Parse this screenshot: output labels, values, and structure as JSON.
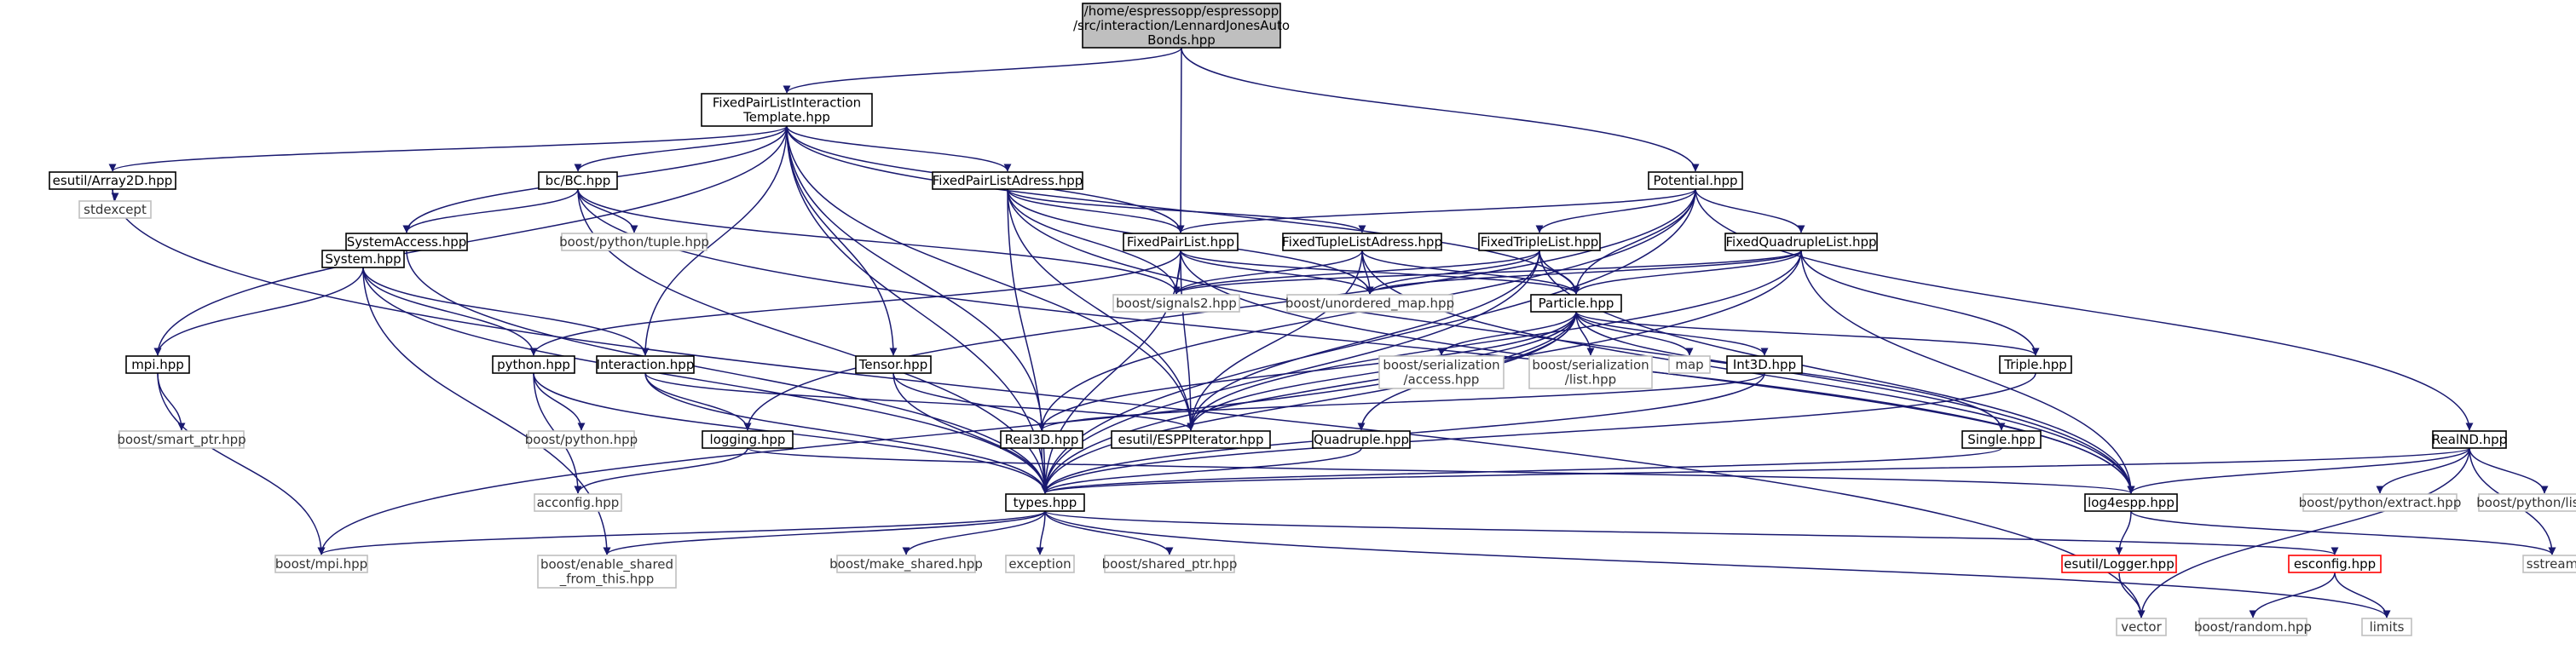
{
  "diagram": {
    "nodes": [
      {
        "id": "root",
        "lines": [
          "/home/espressopp/espressopp",
          "/src/interaction/LennardJonesAuto",
          "Bonds.hpp"
        ],
        "style": "root"
      },
      {
        "id": "fplit",
        "lines": [
          "FixedPairListInteraction",
          "Template.hpp"
        ],
        "style": "normal"
      },
      {
        "id": "potential",
        "lines": [
          "Potential.hpp"
        ],
        "style": "normal"
      },
      {
        "id": "array2d",
        "lines": [
          "esutil/Array2D.hpp"
        ],
        "style": "normal"
      },
      {
        "id": "bc",
        "lines": [
          "bc/BC.hpp"
        ],
        "style": "normal"
      },
      {
        "id": "fpla",
        "lines": [
          "FixedPairListAdress.hpp"
        ],
        "style": "normal"
      },
      {
        "id": "stdexcept",
        "lines": [
          "stdexcept"
        ],
        "style": "grey"
      },
      {
        "id": "sysaccess",
        "lines": [
          "SystemAccess.hpp"
        ],
        "style": "normal"
      },
      {
        "id": "pytuple",
        "lines": [
          "boost/python/tuple.hpp"
        ],
        "style": "grey"
      },
      {
        "id": "fpl",
        "lines": [
          "FixedPairList.hpp"
        ],
        "style": "normal"
      },
      {
        "id": "ftla",
        "lines": [
          "FixedTupleListAdress.hpp"
        ],
        "style": "normal"
      },
      {
        "id": "ftl",
        "lines": [
          "FixedTripleList.hpp"
        ],
        "style": "normal"
      },
      {
        "id": "fql",
        "lines": [
          "FixedQuadrupleList.hpp"
        ],
        "style": "normal"
      },
      {
        "id": "system",
        "lines": [
          "System.hpp"
        ],
        "style": "normal"
      },
      {
        "id": "signals",
        "lines": [
          "boost/signals2.hpp"
        ],
        "style": "grey"
      },
      {
        "id": "umap",
        "lines": [
          "boost/unordered_map.hpp"
        ],
        "style": "grey"
      },
      {
        "id": "particle",
        "lines": [
          "Particle.hpp"
        ],
        "style": "normal"
      },
      {
        "id": "mpi",
        "lines": [
          "mpi.hpp"
        ],
        "style": "normal"
      },
      {
        "id": "python",
        "lines": [
          "python.hpp"
        ],
        "style": "normal"
      },
      {
        "id": "interaction",
        "lines": [
          "Interaction.hpp"
        ],
        "style": "normal"
      },
      {
        "id": "tensor",
        "lines": [
          "Tensor.hpp"
        ],
        "style": "normal"
      },
      {
        "id": "serialaccess",
        "lines": [
          "boost/serialization",
          "/access.hpp"
        ],
        "style": "grey"
      },
      {
        "id": "seriallist",
        "lines": [
          "boost/serialization",
          "/list.hpp"
        ],
        "style": "grey"
      },
      {
        "id": "map",
        "lines": [
          "map"
        ],
        "style": "grey"
      },
      {
        "id": "int3d",
        "lines": [
          "Int3D.hpp"
        ],
        "style": "normal"
      },
      {
        "id": "triple",
        "lines": [
          "Triple.hpp"
        ],
        "style": "normal"
      },
      {
        "id": "realnd",
        "lines": [
          "RealND.hpp"
        ],
        "style": "normal"
      },
      {
        "id": "smartptr",
        "lines": [
          "boost/smart_ptr.hpp"
        ],
        "style": "grey"
      },
      {
        "id": "pythonhpp",
        "lines": [
          "boost/python.hpp"
        ],
        "style": "grey"
      },
      {
        "id": "logging",
        "lines": [
          "logging.hpp"
        ],
        "style": "normal"
      },
      {
        "id": "real3d",
        "lines": [
          "Real3D.hpp"
        ],
        "style": "normal"
      },
      {
        "id": "espp",
        "lines": [
          "esutil/ESPPIterator.hpp"
        ],
        "style": "normal"
      },
      {
        "id": "quadruple",
        "lines": [
          "Quadruple.hpp"
        ],
        "style": "normal"
      },
      {
        "id": "single",
        "lines": [
          "Single.hpp"
        ],
        "style": "normal"
      },
      {
        "id": "acconfig",
        "lines": [
          "acconfig.hpp"
        ],
        "style": "grey"
      },
      {
        "id": "types",
        "lines": [
          "types.hpp"
        ],
        "style": "normal"
      },
      {
        "id": "log4espp",
        "lines": [
          "log4espp.hpp"
        ],
        "style": "normal"
      },
      {
        "id": "pyextract",
        "lines": [
          "boost/python/extract.hpp"
        ],
        "style": "grey"
      },
      {
        "id": "pylist",
        "lines": [
          "boost/python/list.hpp"
        ],
        "style": "grey"
      },
      {
        "id": "boostmpi",
        "lines": [
          "boost/mpi.hpp"
        ],
        "style": "grey"
      },
      {
        "id": "enableshared",
        "lines": [
          "boost/enable_shared",
          "_from_this.hpp"
        ],
        "style": "grey"
      },
      {
        "id": "makeshared",
        "lines": [
          "boost/make_shared.hpp"
        ],
        "style": "grey"
      },
      {
        "id": "exception",
        "lines": [
          "exception"
        ],
        "style": "grey"
      },
      {
        "id": "sharedptr",
        "lines": [
          "boost/shared_ptr.hpp"
        ],
        "style": "grey"
      },
      {
        "id": "logger",
        "lines": [
          "esutil/Logger.hpp"
        ],
        "style": "red"
      },
      {
        "id": "esconfig",
        "lines": [
          "esconfig.hpp"
        ],
        "style": "red"
      },
      {
        "id": "sstream",
        "lines": [
          "sstream"
        ],
        "style": "grey"
      },
      {
        "id": "vector",
        "lines": [
          "vector"
        ],
        "style": "grey"
      },
      {
        "id": "random",
        "lines": [
          "boost/random.hpp"
        ],
        "style": "grey"
      },
      {
        "id": "limits",
        "lines": [
          "limits"
        ],
        "style": "grey"
      }
    ],
    "edges": [
      [
        "root",
        "fplit"
      ],
      [
        "root",
        "fpl"
      ],
      [
        "root",
        "potential"
      ],
      [
        "fplit",
        "array2d"
      ],
      [
        "fplit",
        "bc"
      ],
      [
        "fplit",
        "fpla"
      ],
      [
        "fplit",
        "sysaccess"
      ],
      [
        "fplit",
        "fpl"
      ],
      [
        "fplit",
        "mpi"
      ],
      [
        "fplit",
        "interaction"
      ],
      [
        "fplit",
        "tensor"
      ],
      [
        "fplit",
        "types"
      ],
      [
        "fplit",
        "real3d"
      ],
      [
        "fplit",
        "particle"
      ],
      [
        "fplit",
        "espp"
      ],
      [
        "array2d",
        "stdexcept"
      ],
      [
        "array2d",
        "vector"
      ],
      [
        "bc",
        "sysaccess"
      ],
      [
        "bc",
        "pytuple"
      ],
      [
        "bc",
        "signals"
      ],
      [
        "bc",
        "types"
      ],
      [
        "bc",
        "log4espp"
      ],
      [
        "fpla",
        "fpl"
      ],
      [
        "fpla",
        "ftla"
      ],
      [
        "fpla",
        "signals"
      ],
      [
        "fpla",
        "umap"
      ],
      [
        "fpla",
        "espp"
      ],
      [
        "fpla",
        "types"
      ],
      [
        "fpla",
        "log4espp"
      ],
      [
        "sysaccess",
        "system"
      ],
      [
        "sysaccess",
        "types"
      ],
      [
        "system",
        "mpi"
      ],
      [
        "system",
        "python"
      ],
      [
        "system",
        "interaction"
      ],
      [
        "system",
        "types"
      ],
      [
        "system",
        "enableshared"
      ],
      [
        "potential",
        "fpl"
      ],
      [
        "potential",
        "ftl"
      ],
      [
        "potential",
        "fql"
      ],
      [
        "potential",
        "particle"
      ],
      [
        "potential",
        "logging"
      ],
      [
        "potential",
        "real3d"
      ],
      [
        "potential",
        "realnd"
      ],
      [
        "potential",
        "types"
      ],
      [
        "fpl",
        "signals"
      ],
      [
        "fpl",
        "umap"
      ],
      [
        "fpl",
        "particle"
      ],
      [
        "fpl",
        "espp"
      ],
      [
        "fpl",
        "python"
      ],
      [
        "fpl",
        "types"
      ],
      [
        "fpl",
        "log4espp"
      ],
      [
        "ftla",
        "umap"
      ],
      [
        "ftla",
        "signals"
      ],
      [
        "ftla",
        "particle"
      ],
      [
        "ftla",
        "espp"
      ],
      [
        "ftla",
        "log4espp"
      ],
      [
        "ftl",
        "signals"
      ],
      [
        "ftl",
        "umap"
      ],
      [
        "ftl",
        "particle"
      ],
      [
        "ftl",
        "espp"
      ],
      [
        "ftl",
        "log4espp"
      ],
      [
        "ftl",
        "types"
      ],
      [
        "fql",
        "signals"
      ],
      [
        "fql",
        "umap"
      ],
      [
        "fql",
        "particle"
      ],
      [
        "fql",
        "triple"
      ],
      [
        "fql",
        "espp"
      ],
      [
        "fql",
        "log4espp"
      ],
      [
        "fql",
        "types"
      ],
      [
        "particle",
        "serialaccess"
      ],
      [
        "particle",
        "seriallist"
      ],
      [
        "particle",
        "map"
      ],
      [
        "particle",
        "int3d"
      ],
      [
        "particle",
        "triple"
      ],
      [
        "particle",
        "single"
      ],
      [
        "particle",
        "quadruple"
      ],
      [
        "particle",
        "real3d"
      ],
      [
        "particle",
        "espp"
      ],
      [
        "particle",
        "types"
      ],
      [
        "particle",
        "boostmpi"
      ],
      [
        "mpi",
        "smartptr"
      ],
      [
        "mpi",
        "boostmpi"
      ],
      [
        "python",
        "pythonhpp"
      ],
      [
        "python",
        "types"
      ],
      [
        "python",
        "acconfig"
      ],
      [
        "interaction",
        "logging"
      ],
      [
        "interaction",
        "types"
      ],
      [
        "interaction",
        "espp"
      ],
      [
        "tensor",
        "real3d"
      ],
      [
        "tensor",
        "types"
      ],
      [
        "int3d",
        "real3d"
      ],
      [
        "int3d",
        "types"
      ],
      [
        "triple",
        "types"
      ],
      [
        "single",
        "types"
      ],
      [
        "quadruple",
        "types"
      ],
      [
        "logging",
        "acconfig"
      ],
      [
        "logging",
        "log4espp"
      ],
      [
        "real3d",
        "types"
      ],
      [
        "realnd",
        "pyextract"
      ],
      [
        "realnd",
        "pylist"
      ],
      [
        "realnd",
        "sstream"
      ],
      [
        "realnd",
        "vector"
      ],
      [
        "realnd",
        "log4espp"
      ],
      [
        "realnd",
        "types"
      ],
      [
        "types",
        "boostmpi"
      ],
      [
        "types",
        "enableshared"
      ],
      [
        "types",
        "makeshared"
      ],
      [
        "types",
        "exception"
      ],
      [
        "types",
        "sharedptr"
      ],
      [
        "types",
        "esconfig"
      ],
      [
        "types",
        "limits"
      ],
      [
        "log4espp",
        "logger"
      ],
      [
        "log4espp",
        "sstream"
      ],
      [
        "logger",
        "vector"
      ],
      [
        "esconfig",
        "random"
      ],
      [
        "esconfig",
        "limits"
      ]
    ]
  }
}
